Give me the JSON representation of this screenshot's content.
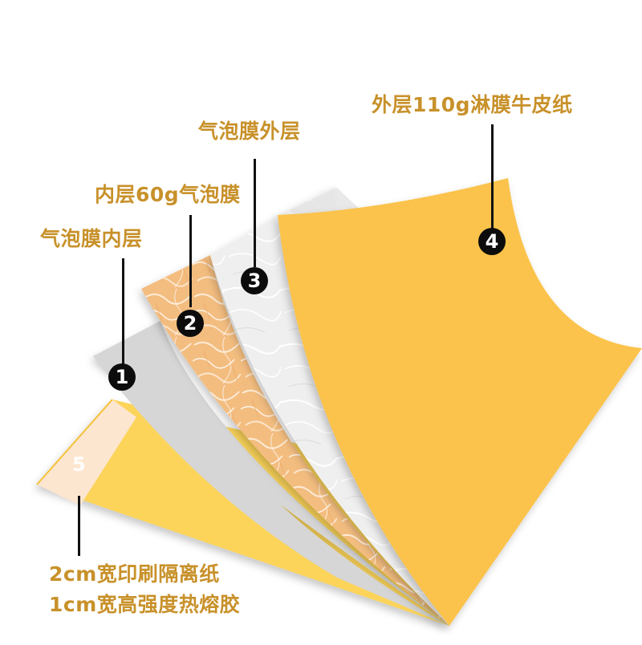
{
  "diagram": {
    "type": "layered-material-exploded-view",
    "colors": {
      "label_text": "#c8912a",
      "badge_bg": "#0c0c0c",
      "badge_text": "#ffffff",
      "kraft_paper": "#fbc34b",
      "glue_strip": "#fcd45a",
      "release_paper": "#fde6cf",
      "bubble_inner": "#d6d6d6",
      "bubble_60g": "#f0b774",
      "bubble_outer": "#eeeeee"
    },
    "layers": [
      {
        "number": "1",
        "label": "气泡膜内层"
      },
      {
        "number": "2",
        "label": "内层60g气泡膜"
      },
      {
        "number": "3",
        "label": "气泡膜外层"
      },
      {
        "number": "4",
        "label": "外层110g淋膜牛皮纸"
      },
      {
        "number": "5",
        "label_lines": [
          "2cm宽印刷隔离纸",
          "1cm宽高强度热熔胶"
        ]
      }
    ]
  }
}
